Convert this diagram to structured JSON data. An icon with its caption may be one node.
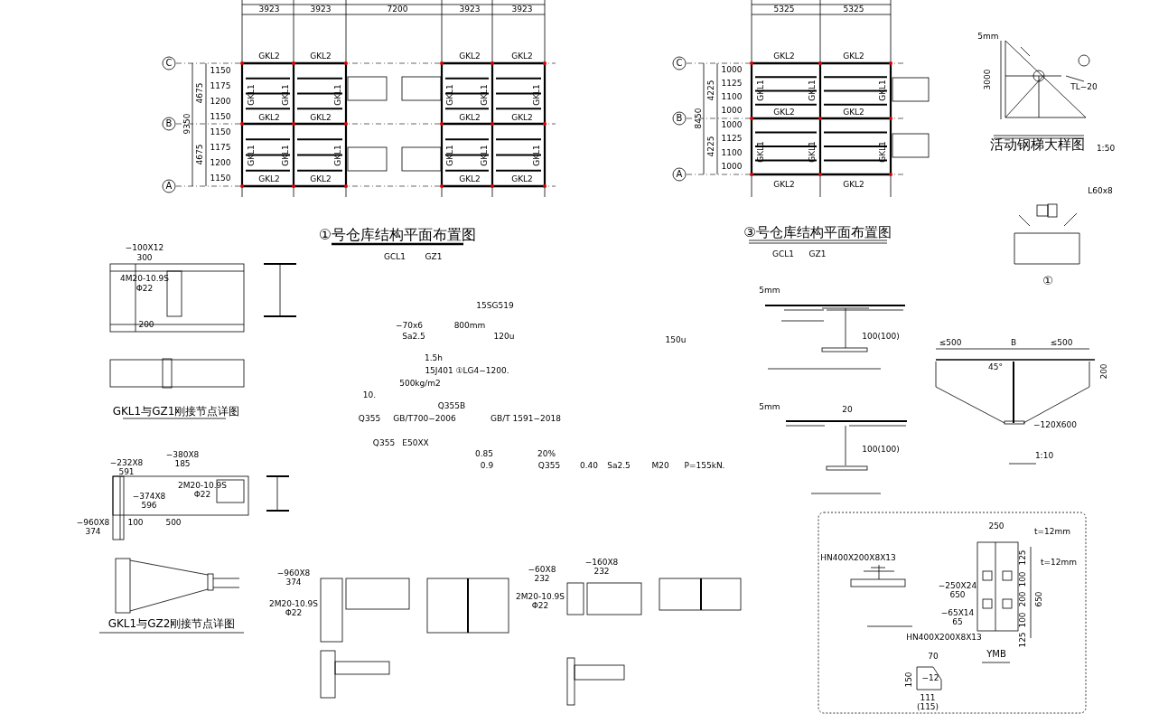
{
  "diagram": {
    "labels": [
      "3923",
      "3923",
      "7200",
      "3923",
      "3923",
      "C",
      "B",
      "A",
      "9350",
      "4675",
      "4675",
      "1150",
      "1175",
      "1200",
      "1150",
      "1150",
      "1175",
      "1200",
      "1150",
      "GKL2",
      "GKL2",
      "GKL2",
      "GKL2",
      "GKL2",
      "GKL2",
      "GKL2",
      "GKL2",
      "GKL2",
      "GKL2",
      "GKL2",
      "GKL2",
      "GKL1",
      "GKL1",
      "GKL1",
      "GKL1",
      "GKL1",
      "GKL1",
      "GKL1",
      "GKL1",
      "GKL1",
      "GKL1",
      "GKL1",
      "GKL1",
      "①号仓库结构平面布置图",
      "GCL1",
      "GZ1",
      "5325",
      "5325",
      "C",
      "B",
      "A",
      "8450",
      "4225",
      "4225",
      "1000",
      "1125",
      "1100",
      "1000",
      "1000",
      "1125",
      "1100",
      "1000",
      "GKL2",
      "GKL2",
      "GKL2",
      "GKL2",
      "GKL2",
      "GKL2",
      "GKL1",
      "GKL1",
      "GKL1",
      "GKL1",
      "GKL1",
      "GKL1",
      "③号仓库结构平面布置图",
      "GCL1",
      "GZ1",
      "5mm",
      "TL−20",
      "3000",
      "活动钢梯大样图",
      "1:50",
      "L60x8",
      "①",
      "15SG519",
      "−70x6",
      "800mm",
      "Sa2.5",
      "120u",
      "150u",
      "1.5h",
      "15J401 ①LG4−1200.",
      "500kg/m2",
      "10.",
      "Q355B",
      "Q355",
      "GB/T700−2006",
      "GB/T 1591−2018",
      "Q355",
      "E50XX",
      "0.85",
      "20%",
      "0.9",
      "Q355",
      "0.40",
      "Sa2.5",
      "M20",
      "P=155kN.",
      "5mm",
      "100(100)",
      "5mm",
      "20",
      "100(100)",
      "≤500",
      "B",
      "≤500",
      "200",
      "45°",
      "−120X600",
      "1:10",
      "−100X12",
      "300",
      "4M20-10.9S",
      "Φ22",
      "200",
      "GKL1与GZ1刚接节点详图",
      "−232X8",
      "591",
      "−380X8",
      "185",
      "−374X8",
      "596",
      "−960X8",
      "374",
      "100",
      "500",
      "2M20-10.9S",
      "Φ22",
      "GKL1与GZ2刚接节点详图",
      "−960X8",
      "374",
      "2M20-10.9S",
      "Φ22",
      "−60X8",
      "232",
      "−160X8",
      "232",
      "2M20-10.9S",
      "Φ22",
      "250",
      "t=12mm",
      "HN400X200X8X13",
      "t=12mm",
      "−250X24",
      "650",
      "125",
      "100",
      "200",
      "100",
      "125",
      "650",
      "−65X14",
      "65",
      "HN400X200X8X13",
      "70",
      "YMB",
      "150",
      "−12",
      "111",
      "(115)"
    ]
  }
}
